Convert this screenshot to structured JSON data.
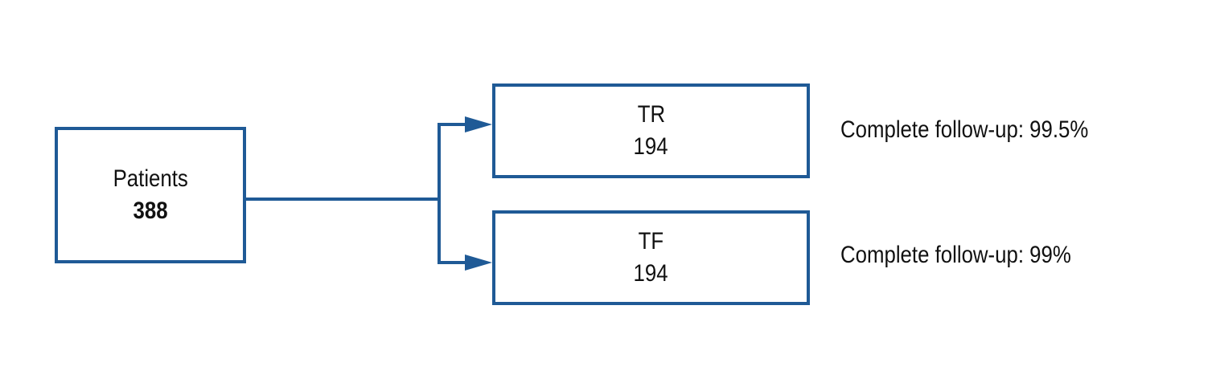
{
  "diagram": {
    "nodes": [
      {
        "id": "patients",
        "label": "Patients",
        "value": "388"
      },
      {
        "id": "tr",
        "label": "TR",
        "value": "194",
        "note": "Complete follow-up: 99.5%"
      },
      {
        "id": "tf",
        "label": "TF",
        "value": "194",
        "note": "Complete follow-up: 99%"
      }
    ],
    "edges": [
      {
        "from": "patients",
        "to": "tr"
      },
      {
        "from": "patients",
        "to": "tf"
      }
    ],
    "colors": {
      "stroke": "#1f5a96",
      "text": "#111111",
      "background": "#ffffff"
    }
  }
}
